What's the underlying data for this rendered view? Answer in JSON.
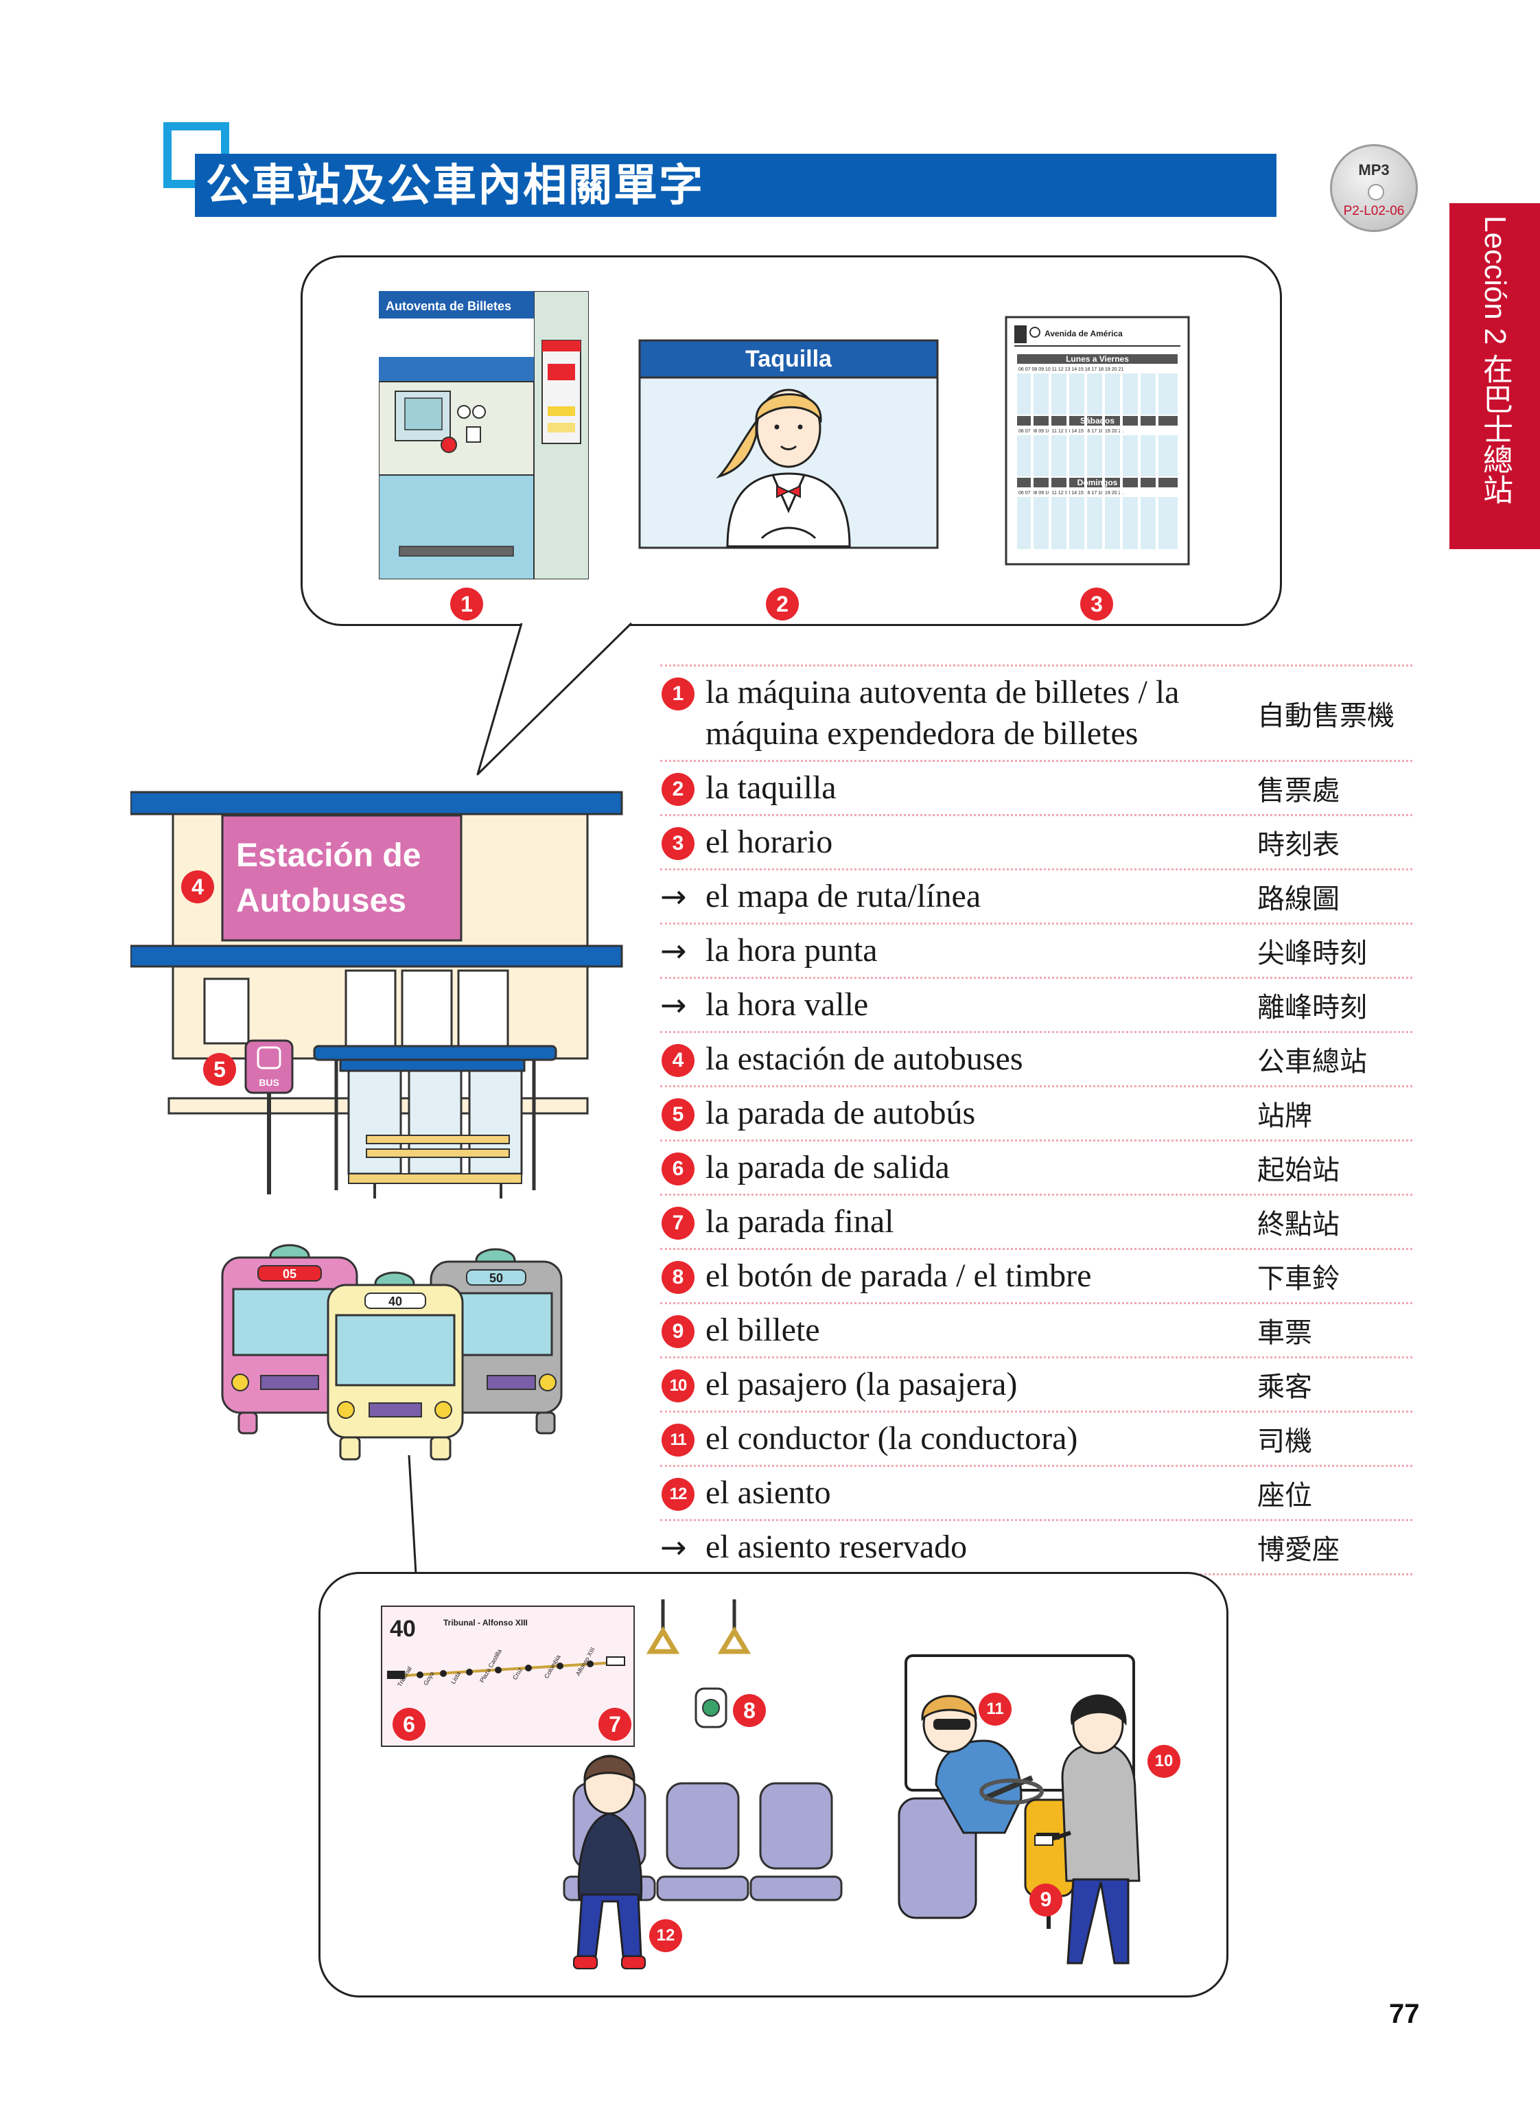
{
  "header": {
    "title": "公車站及公車內相關單字",
    "mp3_label": "MP3",
    "mp3_code": "P2-L02-06",
    "side_tab": "Lección 2  在巴士總站"
  },
  "illustrations": {
    "machine_sign": "Autoventa de Billetes",
    "taquilla_sign": "Taquilla",
    "timetable_title": "Avenida de América",
    "timetable_sections": [
      "Lunes a Viernes",
      "Sábados",
      "Domingos"
    ],
    "timetable_hours": "06 07 08 09 10 11 12 13 14 15 16 17 18 19 20 21",
    "station_sign_line1": "Estación de",
    "station_sign_line2": "Autobuses",
    "bus_stop_sign": "BUS",
    "bus_numbers": [
      "05",
      "40",
      "50"
    ],
    "route_number": "40",
    "route_title": "Tribunal - Alfonso XIII",
    "route_stops": [
      "Tribunal",
      "Goya",
      "Lista",
      "Plaza Castilla",
      "Cruz",
      "Colombia",
      "Alfonso XIII"
    ]
  },
  "markers": {
    "m1": "1",
    "m2": "2",
    "m3": "3",
    "m4": "4",
    "m5": "5",
    "m6": "6",
    "m7": "7",
    "m8": "8",
    "m9": "9",
    "m10": "10",
    "m11": "11",
    "m12": "12"
  },
  "vocab": [
    {
      "marker": "1",
      "es": "la máquina autoventa de billetes / la máquina expendedora de billetes",
      "zh": "自動售票機"
    },
    {
      "marker": "2",
      "es": "la taquilla",
      "zh": "售票處"
    },
    {
      "marker": "3",
      "es": "el horario",
      "zh": "時刻表"
    },
    {
      "marker": "→",
      "es": "el mapa de ruta/línea",
      "zh": "路線圖"
    },
    {
      "marker": "→",
      "es": "la hora punta",
      "zh": "尖峰時刻"
    },
    {
      "marker": "→",
      "es": "la hora valle",
      "zh": "離峰時刻"
    },
    {
      "marker": "4",
      "es": "la estación de autobuses",
      "zh": "公車總站"
    },
    {
      "marker": "5",
      "es": "la parada de autobús",
      "zh": "站牌"
    },
    {
      "marker": "6",
      "es": "la parada de salida",
      "zh": "起始站"
    },
    {
      "marker": "7",
      "es": "la parada final",
      "zh": "終點站"
    },
    {
      "marker": "8",
      "es": "el botón de parada / el timbre",
      "zh": "下車鈴"
    },
    {
      "marker": "9",
      "es": "el billete",
      "zh": "車票"
    },
    {
      "marker": "10",
      "es": "el pasajero (la pasajera)",
      "zh": "乘客"
    },
    {
      "marker": "11",
      "es": "el conductor (la conductora)",
      "zh": "司機"
    },
    {
      "marker": "12",
      "es": "el asiento",
      "zh": "座位"
    },
    {
      "marker": "→",
      "es": "el asiento reservado",
      "zh": "博愛座"
    }
  ],
  "page_number": "77",
  "colors": {
    "title_bar": "#0a5fb4",
    "title_accent": "#1aa0de",
    "side_tab": "#c8102e",
    "marker": "#e8262d",
    "dotted_rule": "#f0a8b4",
    "station_sign": "#d871b0",
    "station_roof": "#1565b8"
  }
}
